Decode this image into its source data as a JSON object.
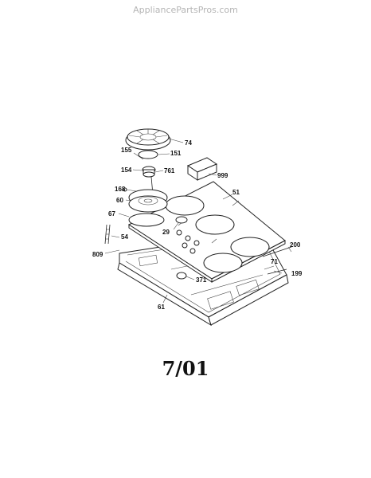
{
  "watermark": "AppliancePartsPros.com",
  "date_code": "7/01",
  "callouts": [
    {
      "id": "74"
    },
    {
      "id": "155"
    },
    {
      "id": "151"
    },
    {
      "id": "154"
    },
    {
      "id": "761"
    },
    {
      "id": "999"
    },
    {
      "id": "168"
    },
    {
      "id": "51"
    },
    {
      "id": "60"
    },
    {
      "id": "67"
    },
    {
      "id": "29"
    },
    {
      "id": "54"
    },
    {
      "id": "200"
    },
    {
      "id": "809"
    },
    {
      "id": "71"
    },
    {
      "id": "371"
    },
    {
      "id": "199"
    },
    {
      "id": "61"
    }
  ]
}
